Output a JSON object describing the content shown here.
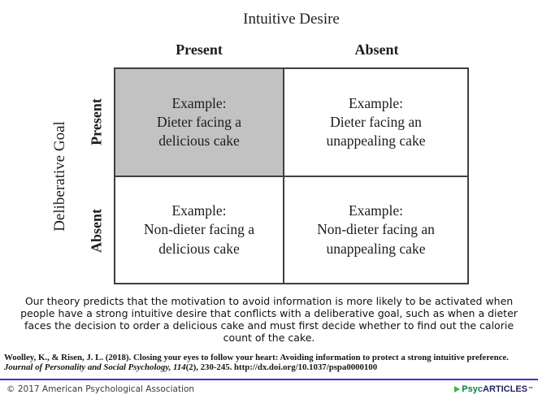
{
  "figure": {
    "title": "Intuitive Desire",
    "row_axis_title": "Deliberative Goal",
    "col_headers": [
      "Present",
      "Absent"
    ],
    "row_headers": [
      "Present",
      "Absent"
    ],
    "cells": {
      "goal_present_desire_present": "Example:\nDieter facing a\ndelicious cake",
      "goal_present_desire_absent": "Example:\nDieter facing an\nunappealing cake",
      "goal_absent_desire_present": "Example:\nNon-dieter facing a\ndelicious cake",
      "goal_absent_desire_absent": "Example:\nNon-dieter facing an\nunappealing cake"
    },
    "highlighted_cell": "goal_present_desire_present",
    "highlight_color": "#c2c2c2"
  },
  "caption": "Our theory predicts that the motivation to avoid information is more likely to be activated when\npeople have a strong intuitive desire that conflicts with a deliberative goal, such as when a dieter\nfaces the decision to order a delicious cake and must first decide whether to find out the calorie\ncount of the cake.",
  "citation": {
    "authors_and_title": "Woolley, K., & Risen, J. L. (2018). Closing your eyes to follow your heart: Avoiding information to protect a strong intuitive preference.",
    "journal_and_volume": "Journal of Personality and Social Psychology, 114",
    "issue_pages_doi": "(2), 230-245. http://dx.doi.org/10.1037/pspa0000100"
  },
  "footer": {
    "copyright": "© 2017 American Psychological Association",
    "brand_prefix": "Psyc",
    "brand_suffix": "ARTICLES",
    "trademark": "™",
    "rule_color": "#5429c8",
    "brand_green": "#3ab54a",
    "brand_navy": "#23235f"
  }
}
